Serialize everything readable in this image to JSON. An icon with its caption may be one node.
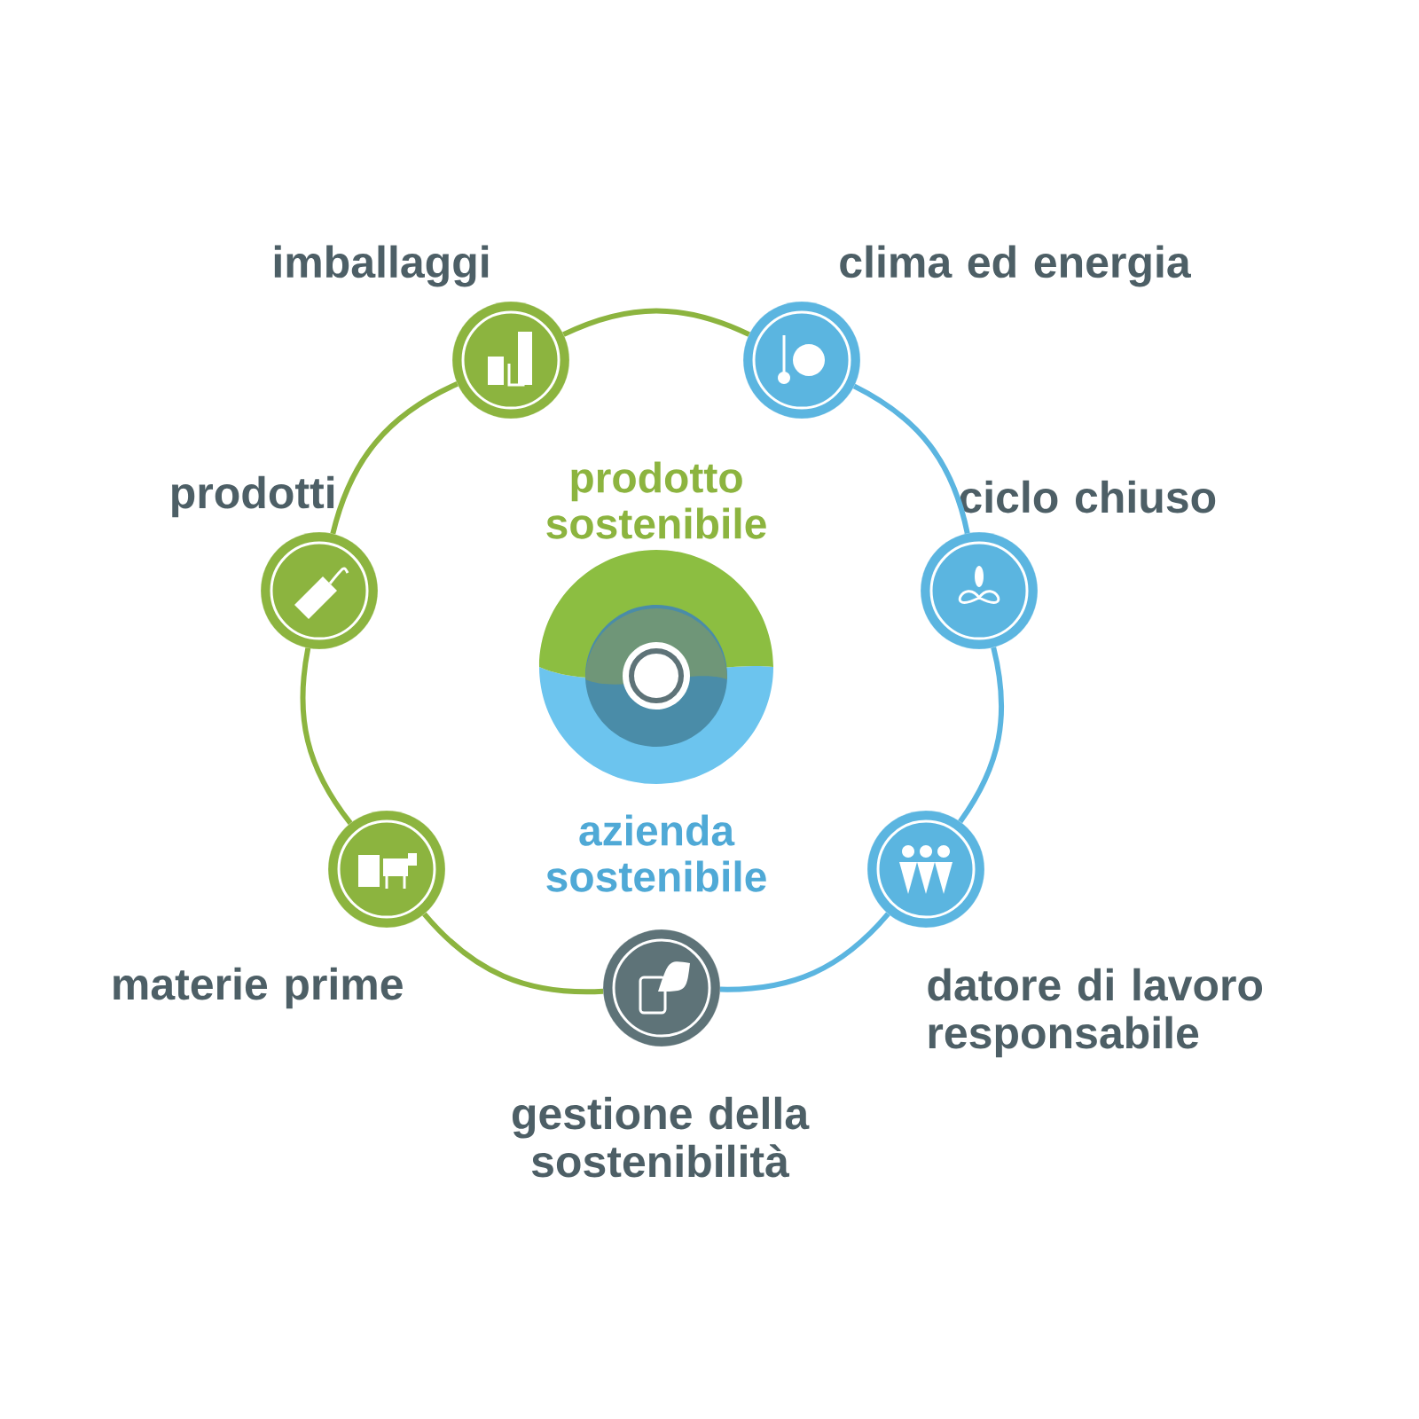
{
  "diagram": {
    "nodes": [
      {
        "text": [
          "imballaggi"
        ]
      },
      {
        "text": [
          "clima ed energia"
        ]
      },
      {
        "text": [
          "prodotti"
        ]
      },
      {
        "text": [
          "ciclo chiuso"
        ]
      },
      {
        "text": [
          "materie prime"
        ]
      },
      {
        "text": [
          "datore di lavoro responsabile"
        ]
      },
      {
        "text": [
          "gestione della sostenibilità"
        ]
      }
    ],
    "edges": [
      {
        "from": 2,
        "to": 0,
        "arrow": "none"
      },
      {
        "from": 0,
        "to": 1,
        "arrow": "none"
      },
      {
        "from": 1,
        "to": 3,
        "arrow": "none",
        "color": "#5bb5e0"
      },
      {
        "from": 3,
        "to": 5,
        "arrow": "none",
        "color": "#5bb5e0"
      },
      {
        "from": 5,
        "to": 6,
        "arrow": "none",
        "color": "#5bb5e0"
      },
      {
        "from": 6,
        "to": 4,
        "arrow": "none"
      },
      {
        "from": 4,
        "to": 2,
        "arrow": "none"
      }
    ],
    "labels": [
      "prodotto sostenibile",
      "azienda sostenibile"
    ]
  }
}
